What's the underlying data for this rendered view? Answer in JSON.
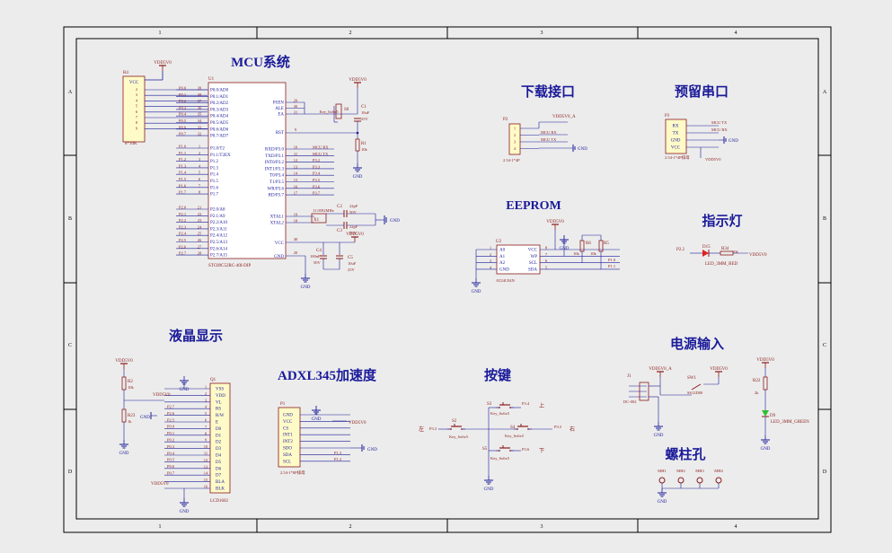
{
  "colors": {
    "wire": "#1a1a9a",
    "part": "#8b1a1a",
    "label": "#1a1a9a",
    "frame": "#000000",
    "title": "#1a1a9a",
    "body_fill": "#fffbc8"
  },
  "frame": {
    "cols": [
      "1",
      "2",
      "3",
      "4"
    ],
    "rows": [
      "A",
      "B",
      "C",
      "D"
    ]
  },
  "titles": {
    "mcu": "MCU系统",
    "download": "下载接口",
    "serial": "预留串口",
    "eeprom": "EEPROM",
    "indicator": "指示灯",
    "lcd": "液晶显示",
    "adxl": "ADXL345加速度",
    "keys": "按键",
    "power": "电源输入",
    "mounting": "螺柱孔"
  },
  "mcu": {
    "ref": "U1",
    "part": "STC89C52RC-40I-DIP",
    "port0": [
      "P0.0/AD0",
      "P0.1/AD1",
      "P0.2/AD2",
      "P0.3/AD3",
      "P0.4/AD4",
      "P0.5/AD5",
      "P0.6/AD6",
      "P0.7/AD7"
    ],
    "port0_pins": [
      "39",
      "38",
      "37",
      "36",
      "35",
      "34",
      "33",
      "32"
    ],
    "port0_nets": [
      "P0.0",
      "P0.1",
      "P0.2",
      "P0.3",
      "P0.4",
      "P0.5",
      "P0.6",
      "P0.7"
    ],
    "port1": [
      "P1.0/T2",
      "P1.1/T2EX",
      "P1.2",
      "P1.3",
      "P1.4",
      "P1.5",
      "P1.6",
      "P1.7"
    ],
    "port1_pins": [
      "1",
      "2",
      "3",
      "4",
      "5",
      "6",
      "7",
      "8"
    ],
    "port1_nets": [
      "P1.0",
      "P1.1",
      "P1.2",
      "P1.3",
      "P1.4",
      "P1.5",
      "P1.6",
      "P1.7"
    ],
    "port2": [
      "P2.0/A8",
      "P2.1/A9",
      "P2.2/A10",
      "P2.3/A11",
      "P2.4/A12",
      "P2.5/A13",
      "P2.6/A14",
      "P2.7/A15"
    ],
    "port2_pins": [
      "21",
      "22",
      "23",
      "24",
      "25",
      "26",
      "27",
      "28"
    ],
    "port2_nets": [
      "P2.0",
      "P2.1",
      "P2.2",
      "P2.3",
      "P2.4",
      "P2.5",
      "P2.6",
      "P2.7"
    ],
    "right_top": [
      "PSEN",
      "ALE",
      "EA"
    ],
    "right_top_pins": [
      "29",
      "30",
      "31"
    ],
    "rst": "RST",
    "rst_pin": "9",
    "port3": [
      "RXD/P3.0",
      "TXD/P3.1",
      "INT0/P3.2",
      "INT1/P3.3",
      "T0/P3.4",
      "T1/P3.5",
      "WR/P3.6",
      "RD/P3.7"
    ],
    "port3_pins": [
      "10",
      "11",
      "12",
      "13",
      "14",
      "15",
      "16",
      "17"
    ],
    "port3_nets": [
      "MCU RX",
      "MCU TX",
      "P3.2",
      "P3.3",
      "P3.4",
      "P3.5",
      "P3.6",
      "P3.7"
    ],
    "xtal": [
      "XTAL1",
      "XTAL2"
    ],
    "xtal_pins": [
      "19",
      "18"
    ],
    "vcc": "VCC",
    "vcc_pin": "40",
    "gnd": "GND",
    "gnd_pin": "20"
  },
  "r4": {
    "ref": "R4",
    "part": "8*10K",
    "vcc": "VCC",
    "pins": [
      "2",
      "3",
      "4",
      "5",
      "6",
      "7",
      "8",
      "9"
    ],
    "supply": "VDD5V0"
  },
  "reset": {
    "supply": "VDD5V0",
    "button": "Key_6x6x5",
    "bref": "S0",
    "cap_ref": "C1",
    "cap_val": "10uF",
    "cap_v": "25V",
    "res_ref": "R1",
    "res_val": "10k",
    "gnd": "GND"
  },
  "crystal": {
    "ref": "X1",
    "freq": "11.0592MHz",
    "c2": "C2",
    "c3": "C3",
    "cval": "22pF",
    "cv": "50V",
    "gnd": "GND"
  },
  "decoupling": {
    "c4": "C4",
    "c4_val": "100nF",
    "c4_v": "50V",
    "c5": "C5",
    "c5_val": "10uF",
    "c5_v": "25V",
    "supply": "VDD5V0",
    "gnd": "GND"
  },
  "download": {
    "ref": "P2",
    "part": "2.54-1*4P",
    "supply": "VDD5V0_A",
    "pins": [
      "1",
      "2",
      "3",
      "4"
    ],
    "nets": [
      "MCU RX",
      "MCU TX"
    ],
    "gnd": "GND"
  },
  "serial": {
    "ref": "P3",
    "part": "2.54-1*4P排母",
    "pins": [
      "RX",
      "TX",
      "GND",
      "VCC"
    ],
    "nets": [
      "MCU TX",
      "MCU RX"
    ],
    "gnd": "GND",
    "supply": "VDD5V0"
  },
  "eeprom": {
    "ref": "U2",
    "part": "AT24C04N",
    "left": [
      "A0",
      "A1",
      "A2",
      "GND"
    ],
    "left_pins": [
      "1",
      "2",
      "3",
      "4"
    ],
    "right": [
      "VCC",
      "WP",
      "SCL",
      "SDA"
    ],
    "right_pins": [
      "8",
      "7",
      "6",
      "5"
    ],
    "supply": "VDD5V0",
    "gnd": "GND",
    "r_refs": [
      "R6",
      "R5"
    ],
    "r_val": "10k",
    "nets": [
      "P1.0",
      "P1.1"
    ]
  },
  "indicator": {
    "net": "P2.2",
    "diode": "D15",
    "res": "R34",
    "res_val": "10k",
    "supply": "VDD5V0",
    "part": "LED_3MM_RED"
  },
  "lcd": {
    "ref": "Q1",
    "part": "LCD1602",
    "pins": [
      "1",
      "2",
      "3",
      "4",
      "5",
      "6",
      "7",
      "8",
      "9",
      "10",
      "11",
      "12",
      "13",
      "14",
      "15",
      "16"
    ],
    "names": [
      "VSS",
      "VDD",
      "VL",
      "RS",
      "R/W",
      "E",
      "D0",
      "D1",
      "D2",
      "D3",
      "D4",
      "D5",
      "D6",
      "D7",
      "BLA",
      "BLK"
    ],
    "nets": [
      "P2.7",
      "P2.6",
      "P2.5",
      "P0.0",
      "P0.1",
      "P0.2",
      "P0.3",
      "P0.4",
      "P0.5",
      "P0.6",
      "P0.7"
    ],
    "r2": "R2",
    "r2_val": "10k",
    "r23": "R23",
    "r23_val": "1k",
    "supply": "VDD5V0",
    "gnd": "GND"
  },
  "adxl": {
    "ref": "P1",
    "part": "2.54-1*8P排母",
    "pins": [
      "GND",
      "VCC",
      "CS",
      "INT1",
      "INT2",
      "SDO",
      "SDA",
      "SCL"
    ],
    "nets": [
      "P1.3",
      "P1.2"
    ],
    "supply": "VDD5V0",
    "gnd": "GND"
  },
  "keys": {
    "up": "上",
    "down": "下",
    "left": "左",
    "right": "右",
    "part": "Key_6x6x5",
    "refs": [
      "S2",
      "S3",
      "S4",
      "S5"
    ],
    "nets": [
      "P3.4",
      "P3.5",
      "P3.6",
      "P3.3"
    ],
    "gnd": "GND"
  },
  "power": {
    "j": "J1",
    "jpart": "DC-002",
    "sw": "SW1",
    "swpart": "SS12D00",
    "in": "VDD5V0_A",
    "out": "VDD5V0",
    "gnd": "GND"
  },
  "led_green": {
    "res": "R22",
    "res_val": "2k",
    "diode": "D9",
    "part": "LED_3MM_GREEN",
    "supply": "VDD5V0",
    "gnd": "GND"
  },
  "mounting": {
    "holes": [
      "MH1",
      "MH2",
      "MH3",
      "MH4"
    ],
    "gnd": "GND"
  }
}
